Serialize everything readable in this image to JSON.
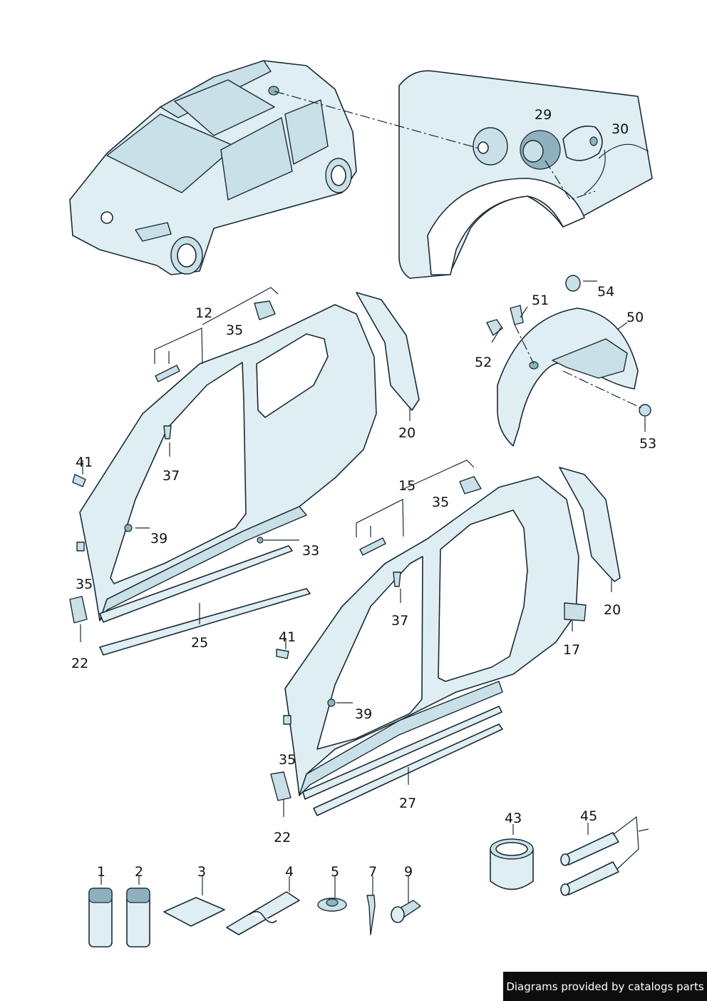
{
  "callouts": [
    {
      "id": "29",
      "label": "29"
    },
    {
      "id": "30",
      "label": "30"
    },
    {
      "id": "12",
      "label": "12"
    },
    {
      "id": "35a",
      "label": "35"
    },
    {
      "id": "20a",
      "label": "20"
    },
    {
      "id": "51",
      "label": "51"
    },
    {
      "id": "54",
      "label": "54"
    },
    {
      "id": "50",
      "label": "50"
    },
    {
      "id": "52",
      "label": "52"
    },
    {
      "id": "53",
      "label": "53"
    },
    {
      "id": "37a",
      "label": "37"
    },
    {
      "id": "41a",
      "label": "41"
    },
    {
      "id": "39a",
      "label": "39"
    },
    {
      "id": "33",
      "label": "33"
    },
    {
      "id": "35b",
      "label": "35"
    },
    {
      "id": "25",
      "label": "25"
    },
    {
      "id": "22a",
      "label": "22"
    },
    {
      "id": "15",
      "label": "15"
    },
    {
      "id": "35c",
      "label": "35"
    },
    {
      "id": "20b",
      "label": "20"
    },
    {
      "id": "37b",
      "label": "37"
    },
    {
      "id": "17",
      "label": "17"
    },
    {
      "id": "41b",
      "label": "41"
    },
    {
      "id": "39b",
      "label": "39"
    },
    {
      "id": "35d",
      "label": "35"
    },
    {
      "id": "27",
      "label": "27"
    },
    {
      "id": "22b",
      "label": "22"
    },
    {
      "id": "43",
      "label": "43"
    },
    {
      "id": "45",
      "label": "45"
    },
    {
      "id": "1",
      "label": "1"
    },
    {
      "id": "2",
      "label": "2"
    },
    {
      "id": "3",
      "label": "3"
    },
    {
      "id": "4",
      "label": "4"
    },
    {
      "id": "5",
      "label": "5"
    },
    {
      "id": "7",
      "label": "7"
    },
    {
      "id": "9",
      "label": "9"
    }
  ],
  "footer": {
    "text": "Diagrams provided by catalogs parts"
  },
  "colors": {
    "panel": "#dfeef3",
    "shade": "#c9e0e8",
    "line": "#1a2a33",
    "footer_bg": "#0d0d0d"
  }
}
